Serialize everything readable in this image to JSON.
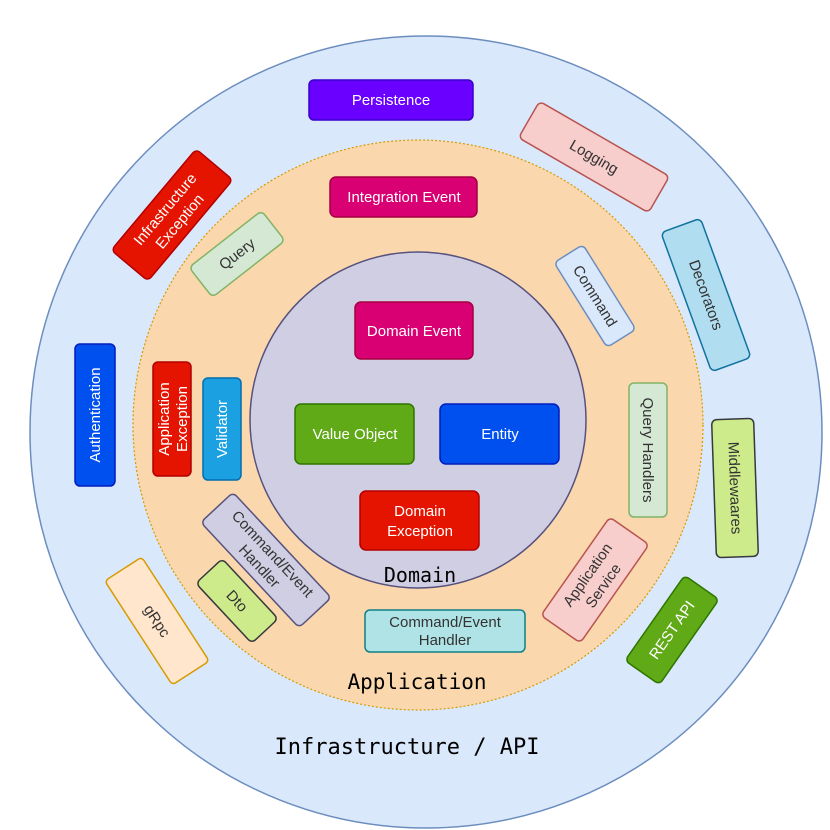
{
  "rings": {
    "infrastructure": {
      "label": "Infrastructure / API",
      "fill": "#dae8fc",
      "stroke": "#6c8ebf"
    },
    "application": {
      "label": "Application",
      "fill": "#fad7ac",
      "stroke": "#d79b00"
    },
    "domain": {
      "label": "Domain",
      "fill": "#d0cee2",
      "stroke": "#56517e"
    }
  },
  "domain_items": {
    "domain_event": {
      "label": "Domain Event"
    },
    "value_object": {
      "label": "Value Object"
    },
    "entity": {
      "label": "Entity"
    },
    "domain_exception": {
      "lines": [
        "Domain",
        "Exception"
      ]
    }
  },
  "application_items": {
    "integration_event": {
      "label": "Integration Event"
    },
    "query": {
      "label": "Query"
    },
    "command": {
      "label": "Command"
    },
    "query_handlers": {
      "label": "Query Handlers"
    },
    "application_exception": {
      "lines": [
        "Application",
        "Exception"
      ]
    },
    "validator": {
      "label": "Validator"
    },
    "command_event_handler_left": {
      "lines": [
        "Command/Event",
        "Handler"
      ]
    },
    "dto": {
      "label": "Dto"
    },
    "command_event_handler_bottom": {
      "lines": [
        "Command/Event",
        "Handler"
      ]
    },
    "application_service": {
      "lines": [
        "Application",
        "Service"
      ]
    }
  },
  "infrastructure_items": {
    "persistence": {
      "label": "Persistence"
    },
    "logging": {
      "label": "Logging"
    },
    "infrastructure_exception": {
      "lines": [
        "Infrastructure",
        "Exception"
      ]
    },
    "decorators": {
      "label": "Decorators"
    },
    "authentication": {
      "label": "Authentication"
    },
    "middlewares": {
      "label": "Middlewaares"
    },
    "grpc": {
      "label": "gRpc"
    },
    "rest_api": {
      "label": "REST API"
    }
  }
}
